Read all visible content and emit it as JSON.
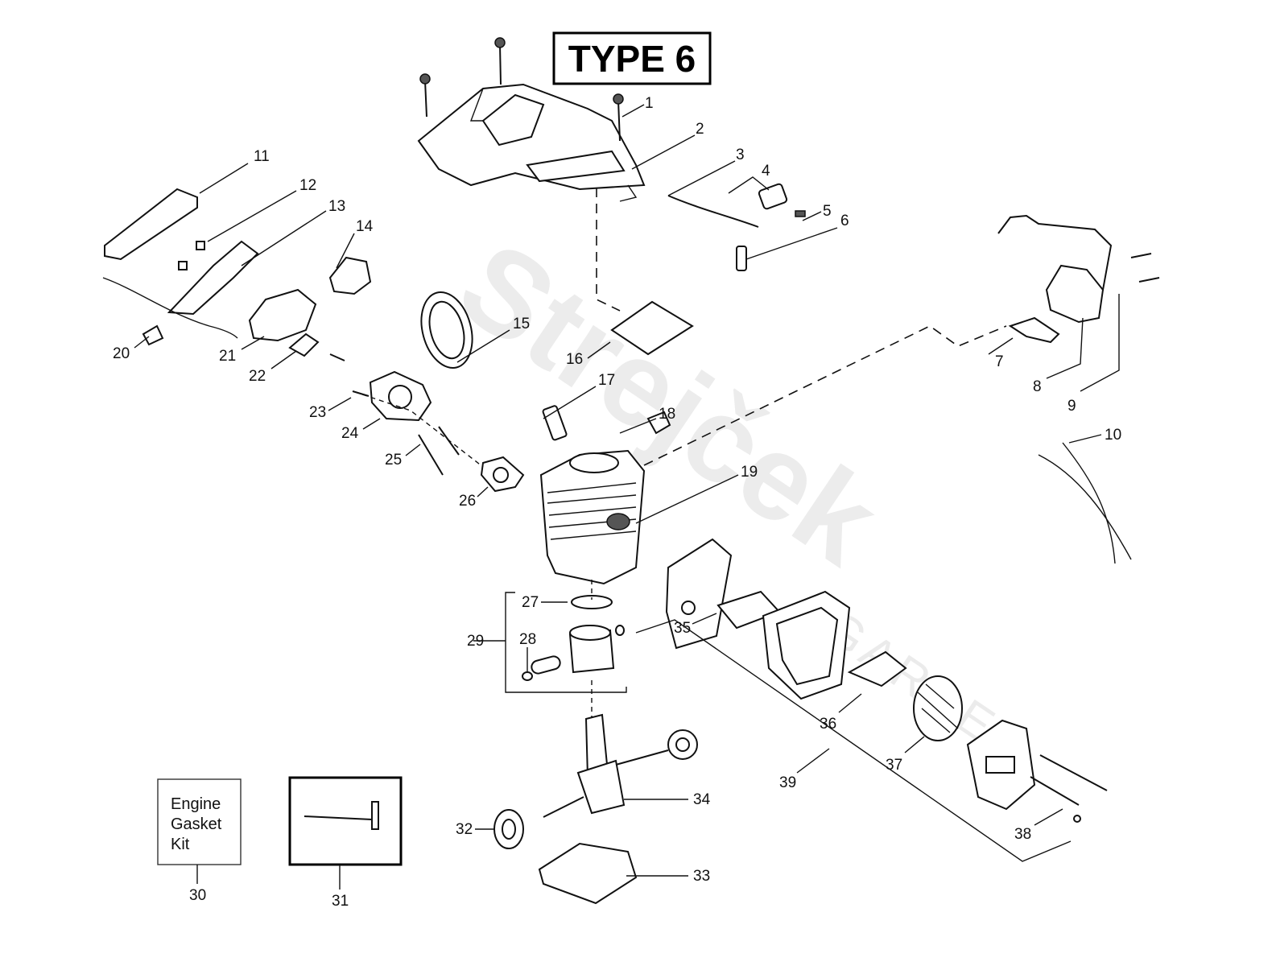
{
  "title": "TYPE 6",
  "kit_label": "Engine Gasket Kit",
  "kit_lines": [
    "Engine",
    "Gasket",
    "Kit"
  ],
  "watermark": {
    "brand": "Strejček",
    "sub": "GARDEN"
  },
  "part_numbers": {
    "p1": "1",
    "p2": "2",
    "p3": "3",
    "p4": "4",
    "p5": "5",
    "p6": "6",
    "p7": "7",
    "p8": "8",
    "p9": "9",
    "p10": "10",
    "p11": "11",
    "p12": "12",
    "p13": "13",
    "p14": "14",
    "p15": "15",
    "p16": "16",
    "p17": "17",
    "p18": "18",
    "p19": "19",
    "p20": "20",
    "p21": "21",
    "p22": "22",
    "p23": "23",
    "p24": "24",
    "p25": "25",
    "p26": "26",
    "p27": "27",
    "p28": "28",
    "p29": "29",
    "p30": "30",
    "p31": "31",
    "p32": "32",
    "p33": "33",
    "p34": "34",
    "p35": "35",
    "p36": "36",
    "p37": "37",
    "p38": "38",
    "p39": "39"
  }
}
